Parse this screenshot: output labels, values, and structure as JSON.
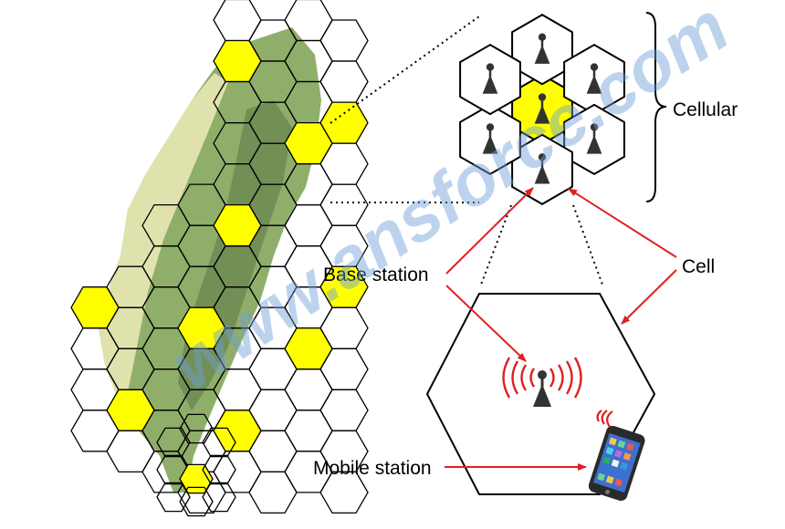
{
  "labels": {
    "cellular": "Cellular",
    "cell": "Cell",
    "base_station": "Base station",
    "mobile_station": "Mobile station"
  },
  "watermark": "www.ansforce.com",
  "colors": {
    "highlight": "#ffff00",
    "arrow": "#e02020",
    "tower": "#333333",
    "map_green": "#8fae6a",
    "map_pale": "#f4f1c4",
    "watermark": "#6f9fd8"
  },
  "icons": [
    "base-station-tower-icon",
    "mobile-phone-icon",
    "signal-wave-icon",
    "cellular-brace-icon"
  ]
}
